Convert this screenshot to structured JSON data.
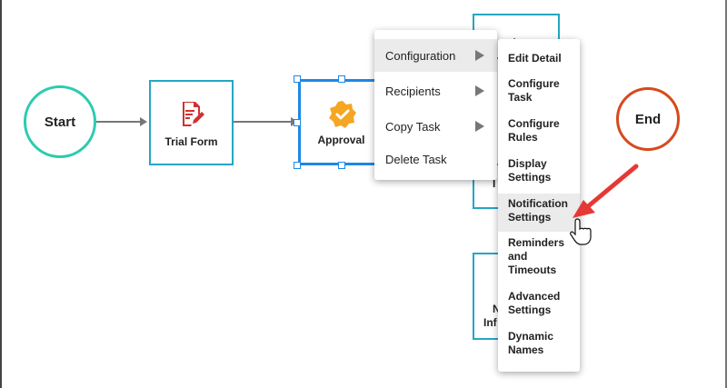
{
  "workflow": {
    "start_label": "Start",
    "end_label": "End",
    "tasks": {
      "trial_form": "Trial Form",
      "approval": "Approval"
    },
    "partial_texts": {
      "t2": "I",
      "t3a": "N",
      "t3b": "Inf"
    }
  },
  "context_menu": {
    "items": [
      "Configuration",
      "Recipients",
      "Copy Task",
      "Delete Task"
    ]
  },
  "configuration_submenu": {
    "items": [
      "Edit Detail",
      "Configure\nTask",
      "Configure\nRules",
      "Display\nSettings",
      "Notification\nSettings",
      "Reminders\nand\nTimeouts",
      "Advanced\nSettings",
      "Dynamic\nNames"
    ]
  },
  "colors": {
    "start_border": "#2ccbb0",
    "end_border": "#d64a1c",
    "task_border": "#26a6c4",
    "selected_border": "#1e88e5",
    "form_icon": "#d32f2f",
    "approval_icon": "#f5a623",
    "annotation_arrow": "#e53935"
  },
  "icons": {
    "form": "form-edit-icon",
    "approval": "verified-badge-icon",
    "submenu_arrow": "triangle-right-icon",
    "cursor": "hand-pointer-icon",
    "annotation": "red-arrow-icon"
  }
}
